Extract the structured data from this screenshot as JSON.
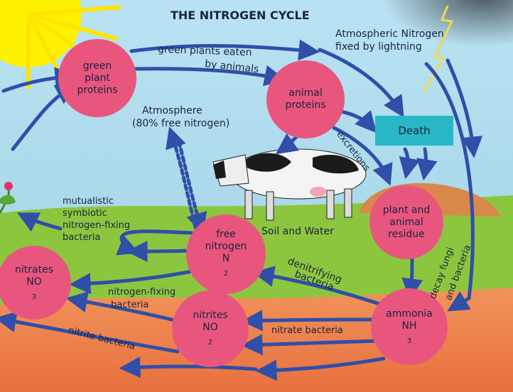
{
  "title": "THE NITROGEN CYCLE",
  "nodes": {
    "green_plant_proteins": [
      "green",
      "plant",
      "proteins"
    ],
    "animal_proteins": [
      "animal",
      "proteins"
    ],
    "death": "Death",
    "plant_animal_residue": [
      "plant and",
      "animal",
      "residue"
    ],
    "free_nitrogen": [
      "free",
      "nitrogen"
    ],
    "free_nitrogen_formula": "N",
    "free_nitrogen_sub": "2",
    "nitrates": "nitrates",
    "nitrates_formula": "NO",
    "nitrates_sub": "3",
    "nitrites": "nitrites",
    "nitrites_formula": "NO",
    "nitrites_sub": "2",
    "ammonia": "ammonia",
    "ammonia_formula": "NH",
    "ammonia_sub": "3"
  },
  "labels": {
    "green_plants_eaten_1": "green plants eaten",
    "green_plants_eaten_2": "by animals",
    "lightning_1": "Atmospheric Nitrogen",
    "lightning_2": "fixed by lightning",
    "atmosphere_1": "Atmosphere",
    "atmosphere_2": "(80% free nitrogen)",
    "excretions": "excretions",
    "soil_and_water": "Soil and Water",
    "mutualistic_1": "mutualistic",
    "mutualistic_2": "symbiotic",
    "mutualistic_3": "nitrogen-fixing",
    "mutualistic_4": "bacteria",
    "denitrifying_1": "denitrifying",
    "denitrifying_2": "bacteria",
    "decay_1": "decay fungi",
    "decay_2": "and bacteria",
    "nitrogen_fixing_1": "nitrogen-fixing",
    "nitrogen_fixing_2": "bacteria",
    "nitrate_bacteria": "nitrate bacteria",
    "nitrite_bacteria": "nitrite bacteria"
  },
  "colors": {
    "node_fill": "#e8567e",
    "arrow": "#2f4fa8",
    "death_box": "#29b7c7",
    "sky": "#a9d7ea",
    "grass": "#8cc63f",
    "soil": "#e98550",
    "sun": "#ffe400"
  }
}
